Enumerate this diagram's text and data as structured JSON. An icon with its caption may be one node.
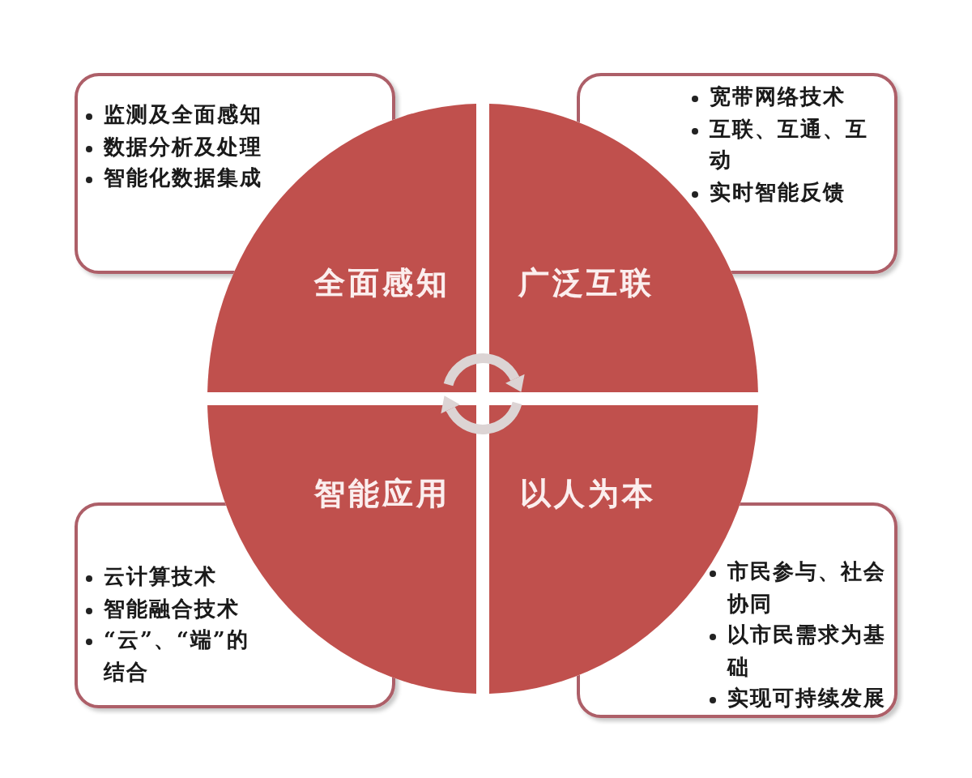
{
  "diagram": {
    "nodes": [
      {
        "text": [
          "监测及全面感知",
          "数据分析及处理",
          "智能化数据集成"
        ]
      },
      {
        "text": [
          "宽带网络技术",
          "互联、互通、互动",
          "实时智能反馈"
        ]
      },
      {
        "text": [
          "全面感知"
        ]
      },
      {
        "text": [
          "广泛互联"
        ]
      },
      {
        "text": [
          "智能应用"
        ]
      },
      {
        "text": [
          "以人为本"
        ]
      },
      {
        "text": [
          "云计算技术",
          "智能融合技术",
          "“云”、“端”的结合"
        ]
      },
      {
        "text": [
          "市民参与、社会协同",
          "以市民需求为基础",
          "实现可持续发展"
        ]
      }
    ]
  }
}
